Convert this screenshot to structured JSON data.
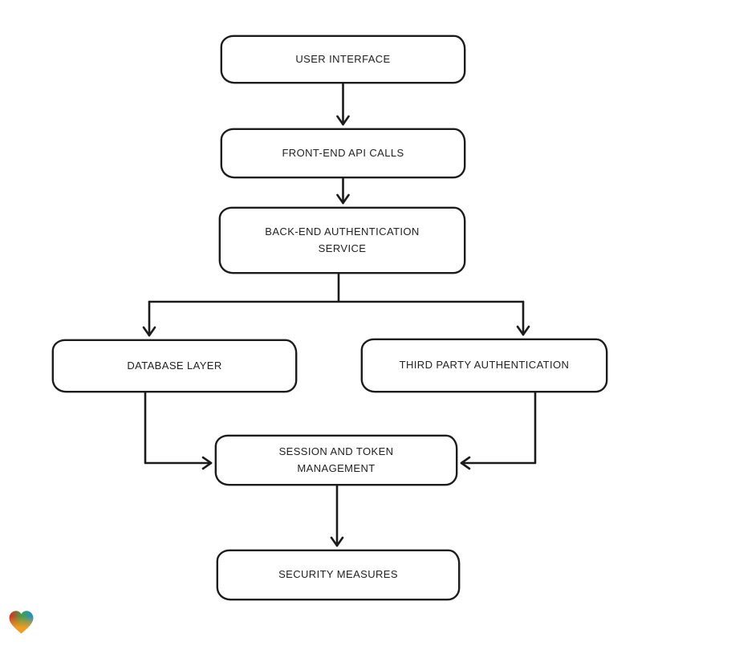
{
  "colors": {
    "background": "#ffffff",
    "stroke": "#1b1b1b",
    "node_fill": "#ffffff",
    "text": "#222222",
    "heart_red": "#e02823",
    "heart_green": "#43a047",
    "heart_blue": "#1f8fd6",
    "heart_orange": "#f59c1d"
  },
  "diagram": {
    "type": "flowchart",
    "nodes": [
      {
        "id": "user-interface",
        "label": "USER INTERFACE"
      },
      {
        "id": "front-end-api-calls",
        "label": "FRONT-END API CALLS"
      },
      {
        "id": "back-end-authentication-service",
        "label": "BACK-END AUTHENTICATION\nSERVICE"
      },
      {
        "id": "database-layer",
        "label": "DATABASE LAYER"
      },
      {
        "id": "third-party-authentication",
        "label": "THIRD PARTY AUTHENTICATION"
      },
      {
        "id": "session-and-token-management",
        "label": "SESSION AND TOKEN\nMANAGEMENT"
      },
      {
        "id": "security-measures",
        "label": "SECURITY MEASURES"
      }
    ],
    "edges": [
      {
        "from": "user-interface",
        "to": "front-end-api-calls"
      },
      {
        "from": "front-end-api-calls",
        "to": "back-end-authentication-service"
      },
      {
        "from": "back-end-authentication-service",
        "to": "database-layer"
      },
      {
        "from": "back-end-authentication-service",
        "to": "third-party-authentication"
      },
      {
        "from": "database-layer",
        "to": "session-and-token-management"
      },
      {
        "from": "third-party-authentication",
        "to": "session-and-token-management"
      },
      {
        "from": "session-and-token-management",
        "to": "security-measures"
      }
    ]
  },
  "watermark": {
    "icon": "heart-icon"
  }
}
